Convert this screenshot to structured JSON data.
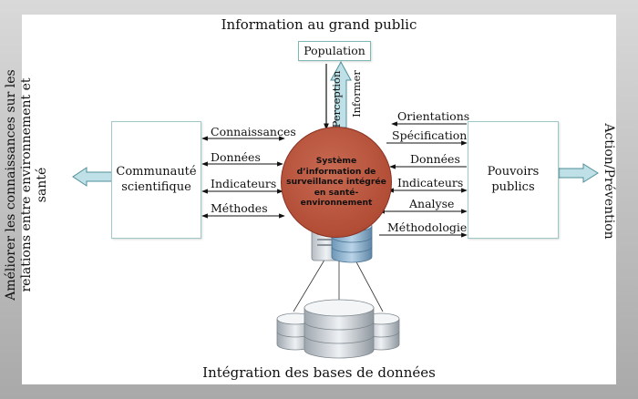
{
  "top_title": "Information au grand public",
  "bottom_title": "Intégration des bases de données",
  "left_title_lines": [
    "Améliorer les connaissances sur les",
    "relations entre environnement et",
    "santé"
  ],
  "right_title": "Action/Prévention",
  "population": "Population",
  "perception": "Perception",
  "informer": "Informer",
  "community": [
    "Communauté",
    "scientifique"
  ],
  "powers": [
    "Pouvoirs",
    "publics"
  ],
  "center": "Système d’information de surveillance intégrée en santé-environnement",
  "left_links": [
    "Connaissances",
    "Données",
    "Indicateurs",
    "Méthodes"
  ],
  "right_links": [
    "Orientations",
    "Spécification",
    "Données",
    "Indicateurs",
    "Analyse",
    "Méthodologie"
  ]
}
